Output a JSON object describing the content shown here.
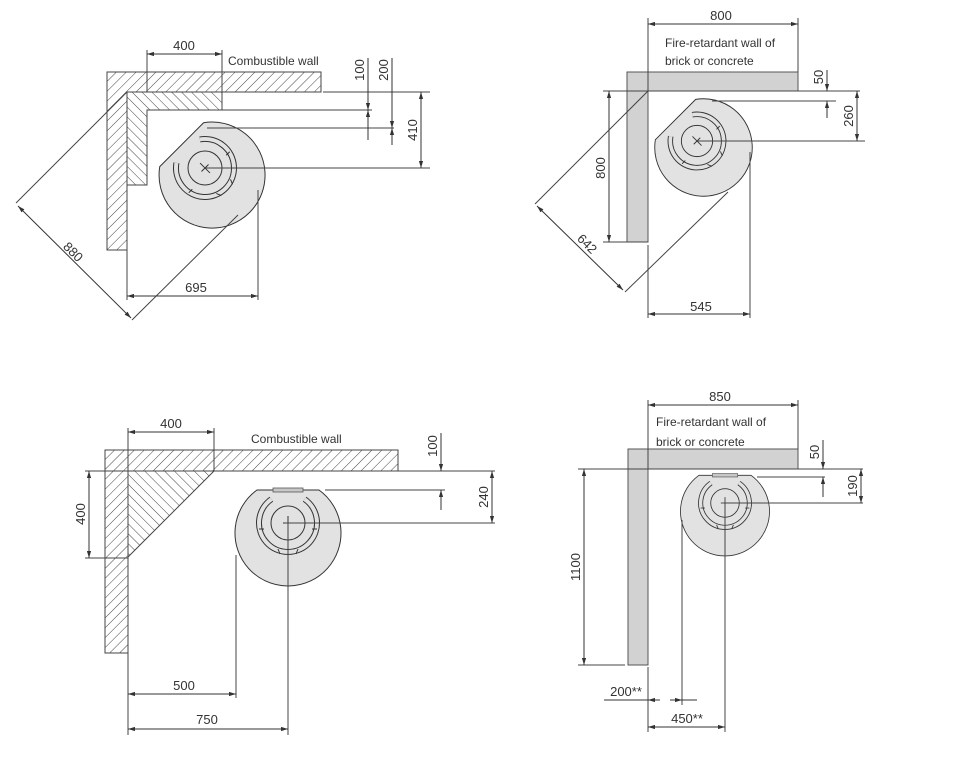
{
  "colors": {
    "wall_fire_retardant": "#d2d2d2",
    "stove_fill": "#e2e2e2",
    "line": "#333333"
  },
  "diagrams": [
    {
      "wall_label": "Combustible wall",
      "dims": {
        "shield_width": "400",
        "top_gap_1": "100",
        "top_gap_2": "200",
        "flue_depth": "410",
        "diagonal": "880",
        "side": "695"
      }
    },
    {
      "wall_label_1": "Fire-retardant wall of",
      "wall_label_2": "brick or concrete",
      "dims": {
        "wall_width": "800",
        "wall_height": "800",
        "top_gap": "50",
        "flue_depth": "260",
        "diagonal": "642",
        "side": "545"
      }
    },
    {
      "wall_label": "Combustible wall",
      "dims": {
        "shield_width": "400",
        "shield_height": "400",
        "top_gap": "100",
        "flue_depth": "240",
        "side_gap": "500",
        "flue_side": "750"
      }
    },
    {
      "wall_label_1": "Fire-retardant wall of",
      "wall_label_2": "brick or concrete",
      "dims": {
        "wall_width": "850",
        "wall_height": "1100",
        "top_gap": "50",
        "flue_depth": "190",
        "side_gap": "200**",
        "flue_side": "450**"
      }
    }
  ]
}
